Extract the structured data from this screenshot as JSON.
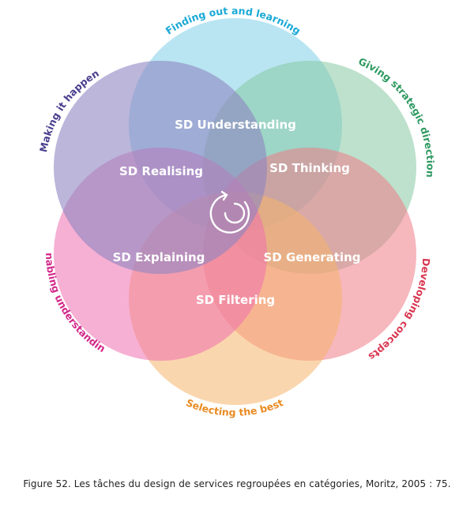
{
  "diagram": {
    "petals": [
      {
        "id": "understanding",
        "label": "SD Understanding",
        "color": "#7fcfe8"
      },
      {
        "id": "thinking",
        "label": "SD Thinking",
        "color": "#86c8a2"
      },
      {
        "id": "generating",
        "label": "SD Generating",
        "color": "#ee7c86"
      },
      {
        "id": "filtering",
        "label": "SD Filtering",
        "color": "#f6b56c"
      },
      {
        "id": "explaining",
        "label": "SD Explaining",
        "color": "#ee6fae"
      },
      {
        "id": "realising",
        "label": "SD Realising",
        "color": "#8e86c2"
      }
    ],
    "outer_labels": {
      "top": "Finding out and learning",
      "top_right": "Giving strategic direction",
      "bottom_right": "Developing concepts",
      "bottom": "Selecting the best",
      "bottom_left": "Enabling understanding",
      "top_left": "Making it happen"
    },
    "outer_colors": {
      "top": "#1aa9d6",
      "top_right": "#2f9a62",
      "bottom_right": "#d93650",
      "bottom": "#ea8b23",
      "bottom_left": "#d32889",
      "top_left": "#4a3f8f"
    },
    "center_icon": "circular-arrow-spiral-icon"
  },
  "caption": "Figure 52. Les tâches du design de services regroupées en catégories, Moritz, 2005 : 75."
}
